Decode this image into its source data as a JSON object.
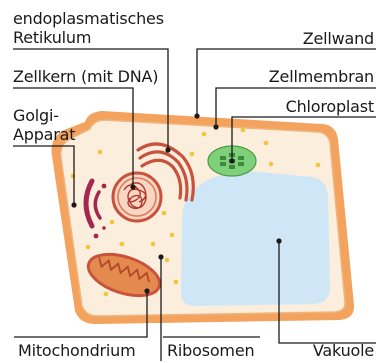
{
  "labels": {
    "er_line1": "endoplasmatisches",
    "er_line2": "Retikulum",
    "zellkern": "Zellkern (mit DNA)",
    "golgi_line1": "Golgi-",
    "golgi_line2": "Apparat",
    "zellwand": "Zellwand",
    "zellmembran": "Zellmembran",
    "chloroplast": "Chloroplast",
    "mitochondrium": "Mitochondrium",
    "ribosomen": "Ribosomen",
    "vakuole": "Vakuole"
  },
  "colors": {
    "cell_wall": "#f4a35e",
    "cytoplasm": "#fbeedd",
    "vacuole": "#cfe6f6",
    "chloroplast": "#7ed07a",
    "organelle_red": "#c9523c",
    "golgi": "#a3274f",
    "ribosome": "#f3c53b",
    "leader": "#1a1a1a"
  }
}
